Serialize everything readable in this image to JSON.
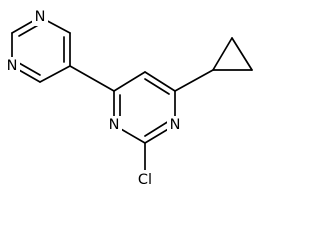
{
  "molecule": {
    "atoms": {
      "N_top": "N",
      "N_left": "N",
      "N_mid_left": "N",
      "N_mid_right": "N",
      "Cl": "Cl"
    }
  }
}
